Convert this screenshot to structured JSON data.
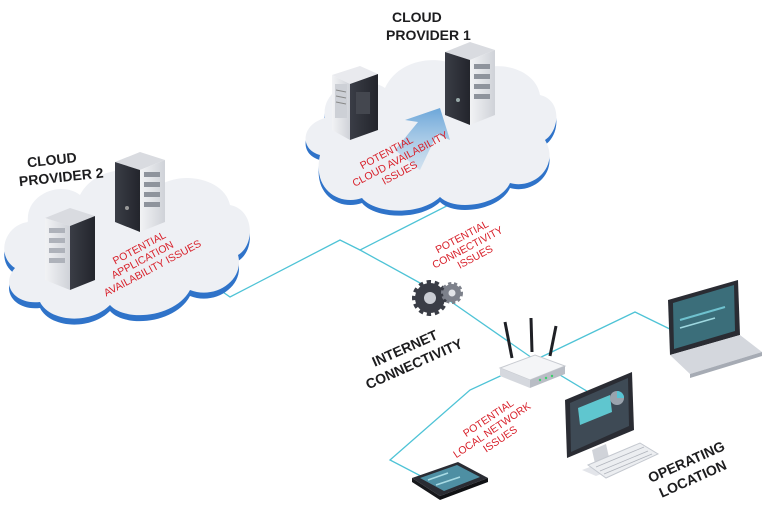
{
  "cloud1": {
    "label_line1": "CLOUD",
    "label_line2": "PROVIDER 1",
    "issue_line1": "POTENTIAL",
    "issue_line2": "CLOUD AVAILABILITY",
    "issue_line3": "ISSUES"
  },
  "cloud2": {
    "label_line1": "CLOUD",
    "label_line2": "PROVIDER 2",
    "issue_line1": "POTENTIAL",
    "issue_line2": "APPLICATION",
    "issue_line3": "AVAILABILITY ISSUES"
  },
  "connectivity": {
    "issue_line1": "POTENTIAL",
    "issue_line2": "CONNECTIVITY",
    "issue_line3": "ISSUES",
    "label_line1": "INTERNET",
    "label_line2": "CONNECTIVITY"
  },
  "local": {
    "issue_line1": "POTENTIAL",
    "issue_line2": "LOCAL NETWORK",
    "issue_line3": "ISSUES",
    "label_line1": "OPERATING",
    "label_line2": "LOCATION"
  },
  "colors": {
    "wire": "#4ec3d6",
    "issue_text": "#d8202a",
    "cloud_fill": "#eef0f4",
    "cloud_edge": "#2f73c9"
  }
}
